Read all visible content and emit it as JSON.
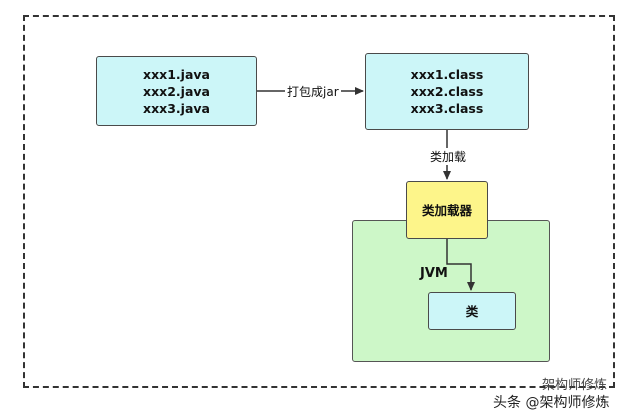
{
  "source_box": {
    "lines": [
      "xxx1.java",
      "xxx2.java",
      "xxx3.java"
    ]
  },
  "class_box": {
    "lines": [
      "xxx1.class",
      "xxx2.class",
      "xxx3.class"
    ]
  },
  "edge_package_label": "打包成jar",
  "edge_load_label": "类加载",
  "classloader_label": "类加载器",
  "jvm_label": "JVM",
  "class_label": "类",
  "watermark": {
    "top": "架构师修炼",
    "bottom": "头条 @架构师修炼"
  },
  "colors": {
    "cyan": "#ccf6f8",
    "yellow": "#fdf58a",
    "green": "#cdf7c8",
    "line": "#333333"
  }
}
